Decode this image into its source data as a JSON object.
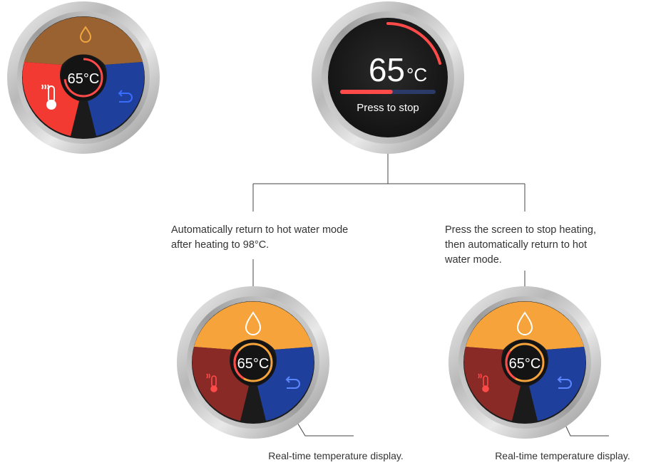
{
  "colors": {
    "hot_water": "#f5a33a",
    "hot_water_dim": "#9a6230",
    "heating": "#f23a32",
    "heating_dim": "#8a2a26",
    "return": "#1f3f9c",
    "return_dim": "#1c2d6e",
    "ring_accent": "#ff4a4a",
    "progress_track": "#2b3a66",
    "screen": "#1a1a1a"
  },
  "icons": [
    "water-drop-icon",
    "thermometer-heat-icon",
    "return-arrow-icon"
  ],
  "dials": {
    "heating_mode": {
      "temp": "65°C"
    },
    "heating_screen": {
      "temp_value": "65",
      "temp_unit": "°C",
      "action": "Press to stop",
      "progress": 0.55
    },
    "auto_return": {
      "temp": "65°C",
      "callout": "Real-time temperature display."
    },
    "manual_return": {
      "temp": "65°C",
      "callout": "Real-time temperature display."
    }
  },
  "captions": {
    "auto_return": "Automatically return to hot water mode\nafter heating to 98°C.",
    "manual_return": "Press the screen to stop heating,\nthen automatically return to hot\nwater mode."
  }
}
